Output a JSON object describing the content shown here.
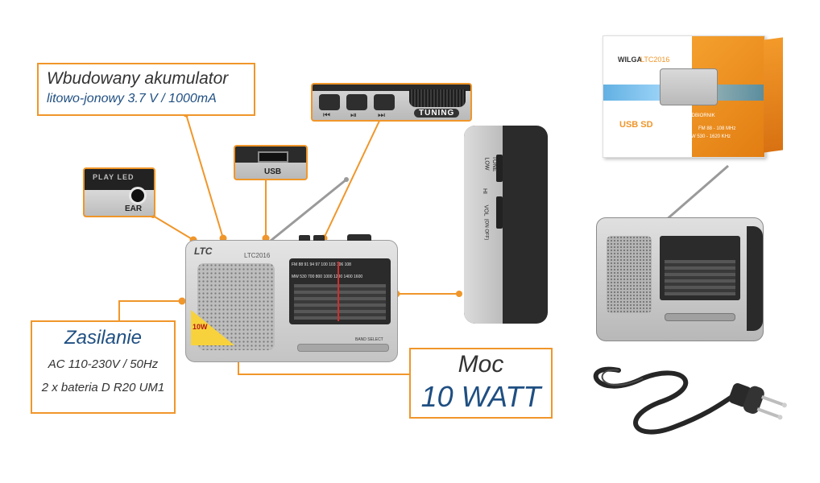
{
  "colors": {
    "accent": "#f0962a",
    "text_dark": "#333333",
    "text_blue": "#1f4f82",
    "radio_silver": "#c8c8c8"
  },
  "callouts": {
    "battery": {
      "title": "Wbudowany akumulator",
      "subtitle": "litowo-jonowy 3.7 V / 1000mA"
    },
    "power": {
      "title": "Zasilanie",
      "line1": "AC 110-230V / 50Hz",
      "line2": "2 x bateria D R20 UM1"
    },
    "output": {
      "title": "Moc",
      "value": "10 WATT"
    }
  },
  "zooms": {
    "ear": {
      "play_label": "PLAY LED",
      "ear_label": "EAR"
    },
    "usb": {
      "label": "USB"
    },
    "tuning": {
      "prev_symbol": "⏮",
      "play_symbol": "⏯",
      "next_symbol": "⏭",
      "tuning_label": "TUNING"
    }
  },
  "radio": {
    "brand": "LTC",
    "model": "LTC2016",
    "badge_watt": "10W",
    "band_select": "BAND SELECT",
    "fm_row": "FM  88  91  94  97 100 103 106 108",
    "mw_row": "MW 530 700 800 1000 1200 1400 1600"
  },
  "side": {
    "low": "LOW",
    "tone": "TONE",
    "hi": "HI",
    "vol": "VOL",
    "on_off": "(ON OFF)"
  },
  "box": {
    "brand": "WILGA",
    "model": "LTC2016",
    "product": "RADIOODBIORNIK",
    "usb_sd": "USB SD",
    "fm_band": "FM 88 - 108 MHz",
    "mw_band": "MW 530 - 1620 KHz"
  },
  "icons": [
    "play-symbol",
    "usb-port-icon",
    "headphone-jack-icon",
    "power-plug-icon",
    "antenna-icon",
    "speaker-grille-icon"
  ]
}
